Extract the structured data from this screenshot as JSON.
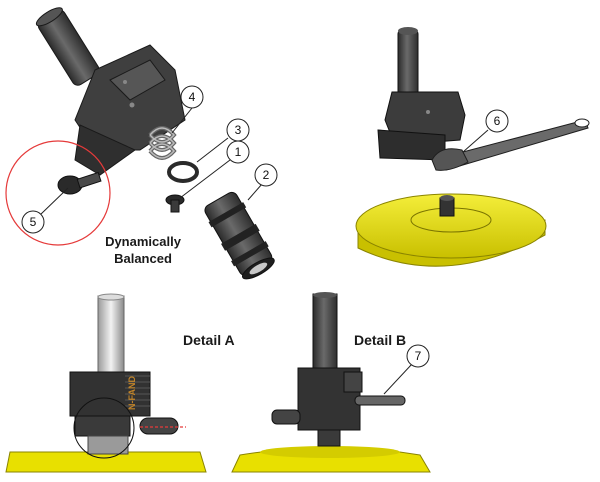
{
  "labels": {
    "dynamic_line1": "Dynamically",
    "dynamic_line2": "Balanced",
    "detail_a": "Detail A",
    "detail_b": "Detail B",
    "brand_text": "N-FAND"
  },
  "callouts": [
    {
      "id": "callout-1",
      "number": "1"
    },
    {
      "id": "callout-2",
      "number": "2"
    },
    {
      "id": "callout-3",
      "number": "3"
    },
    {
      "id": "callout-4",
      "number": "4"
    },
    {
      "id": "callout-5",
      "number": "5"
    },
    {
      "id": "callout-6",
      "number": "6"
    },
    {
      "id": "callout-7",
      "number": "7"
    }
  ],
  "colors": {
    "metal_dark": "#3c3c3c",
    "metal_mid": "#5a5a5a",
    "pad_yellow": "#e8e000",
    "highlight_red": "#e53a3a"
  }
}
